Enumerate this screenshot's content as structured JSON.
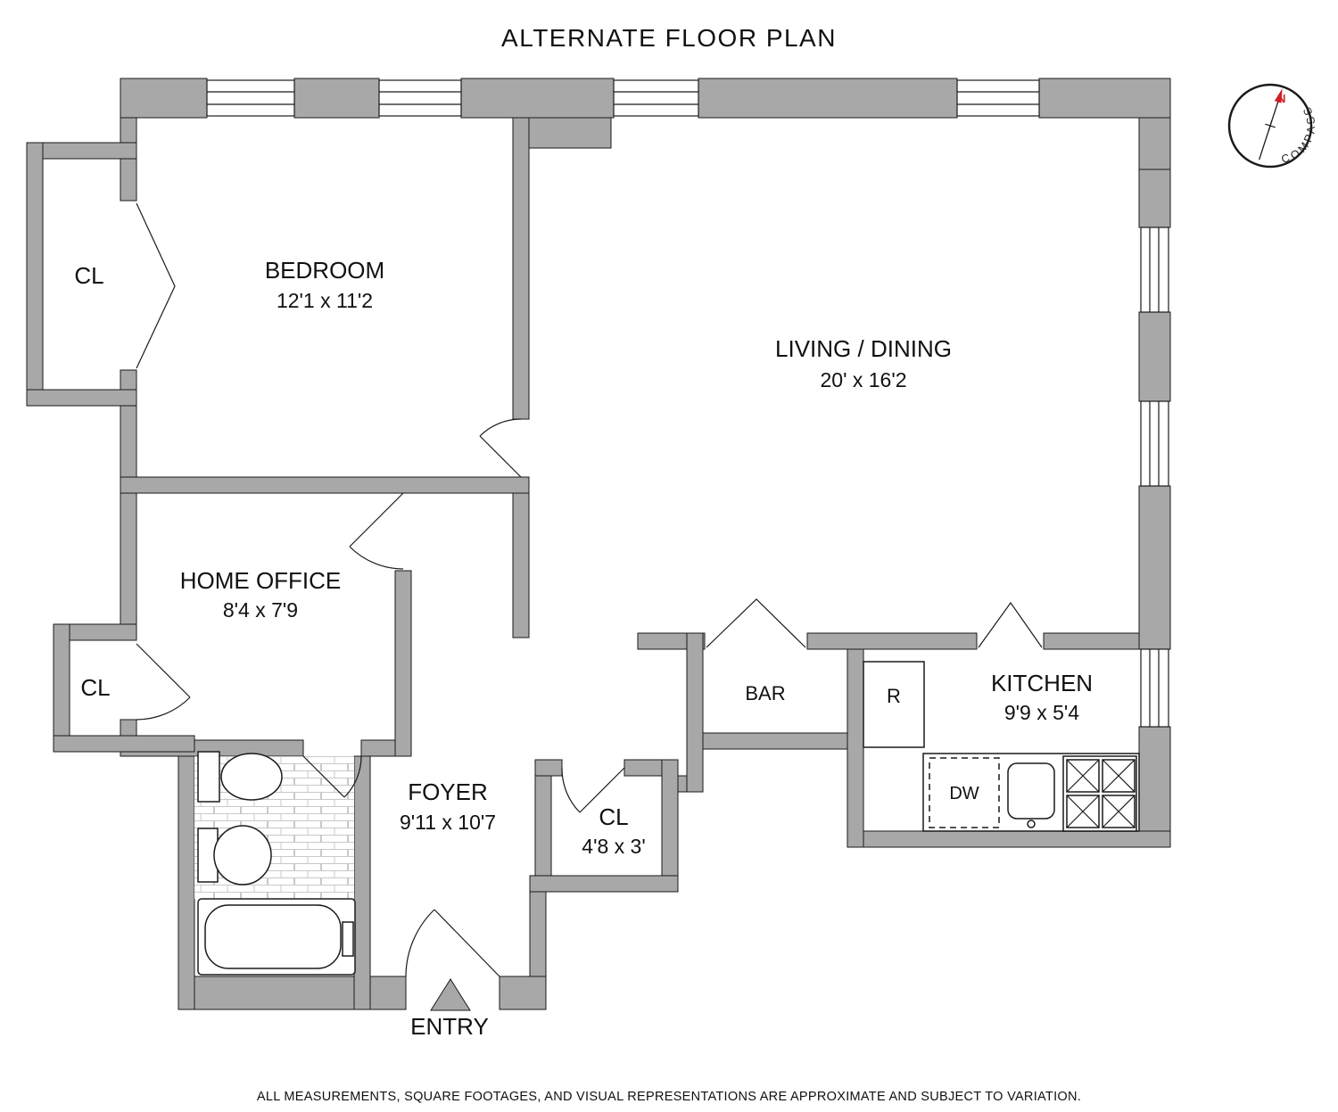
{
  "title": "ALTERNATE FLOOR PLAN",
  "disclaimer": "ALL MEASUREMENTS, SQUARE FOOTAGES, AND VISUAL REPRESENTATIONS ARE APPROXIMATE AND SUBJECT TO VARIATION.",
  "compass": {
    "brand": "COMPASS",
    "north": "N"
  },
  "rooms": {
    "bedroom": {
      "name": "BEDROOM",
      "dimensions": "12'1 x 11'2"
    },
    "living_dining": {
      "name": "LIVING / DINING",
      "dimensions": "20' x 16'2"
    },
    "home_office": {
      "name": "HOME OFFICE",
      "dimensions": "8'4 x 7'9"
    },
    "foyer": {
      "name": "FOYER",
      "dimensions": "9'11 x 10'7"
    },
    "kitchen": {
      "name": "KITCHEN",
      "dimensions": "9'9 x 5'4"
    },
    "foyer_closet": {
      "name": "CL",
      "dimensions": "4'8 x 3'"
    },
    "bedroom_closet": {
      "name": "CL"
    },
    "office_closet": {
      "name": "CL"
    },
    "bar": {
      "name": "BAR"
    },
    "entry": {
      "name": "ENTRY"
    }
  },
  "appliances": {
    "refrigerator": "R",
    "dishwasher": "DW"
  },
  "colors": {
    "wall": "#a8a8a8",
    "line": "#1a1a1a",
    "accent_red": "#cf2029",
    "tile": "#c9c9c9"
  }
}
